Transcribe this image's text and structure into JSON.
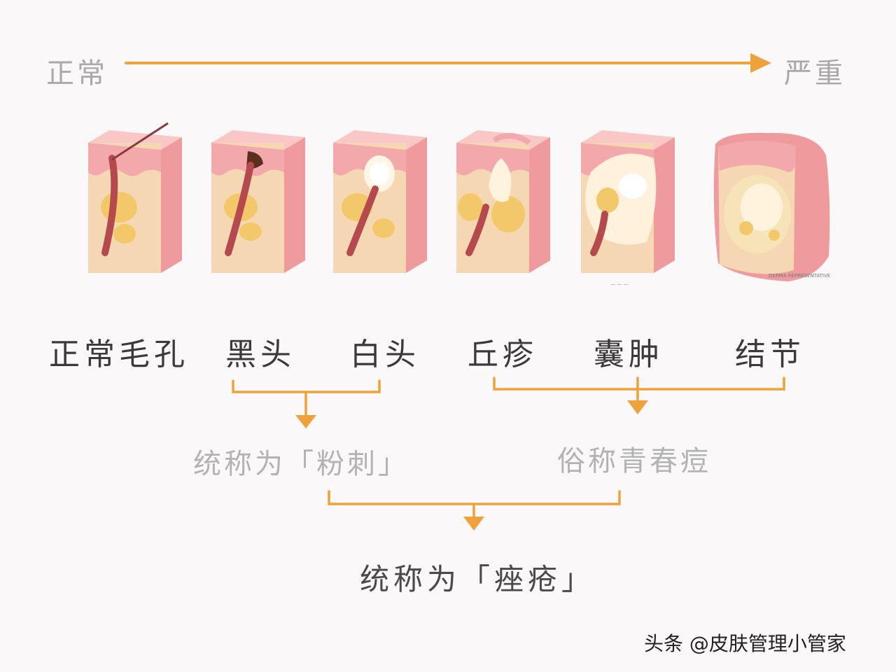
{
  "scale": {
    "start": "正常",
    "end": "严重"
  },
  "stages": [
    {
      "id": "normal",
      "label": "正常毛孔"
    },
    {
      "id": "blackhead",
      "label": "黑头"
    },
    {
      "id": "whitehead",
      "label": "白头"
    },
    {
      "id": "papule",
      "label": "丘疹"
    },
    {
      "id": "cyst",
      "label": "囊肿"
    },
    {
      "id": "nodule",
      "label": "结节"
    }
  ],
  "groups": {
    "comedo": "统称为「粉刺」",
    "acne_common": "俗称青春痘",
    "acne_all": "统称为「痤疮」"
  },
  "illustration_caption": "DERMA REPRESENTATIVE",
  "watermark": "头条 @皮肤管理小管家",
  "colors": {
    "accent_orange": "#f0a23a",
    "skin_pink": "#f3a8ab",
    "skin_light": "#f6d7b4",
    "gland_yellow": "#f2c86a"
  }
}
